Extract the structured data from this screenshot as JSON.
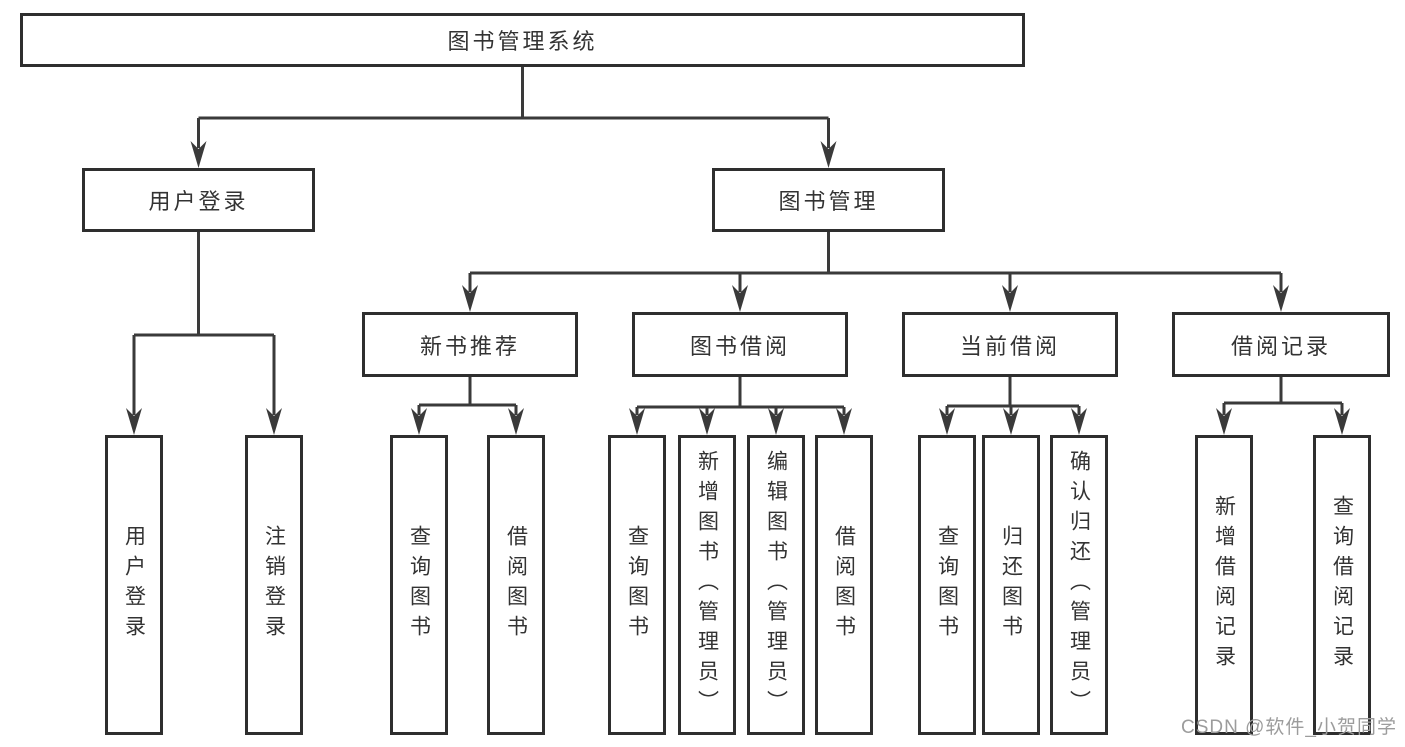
{
  "root": {
    "label": "图书管理系统"
  },
  "level2": [
    {
      "label": "用户登录"
    },
    {
      "label": "图书管理"
    }
  ],
  "level3": [
    {
      "label": "新书推荐"
    },
    {
      "label": "图书借阅"
    },
    {
      "label": "当前借阅"
    },
    {
      "label": "借阅记录"
    }
  ],
  "leaves": {
    "user": [
      "用户登录",
      "注销登录"
    ],
    "recommend": [
      "查询图书",
      "借阅图书"
    ],
    "borrow": [
      "查询图书",
      "新增图书（管理员）",
      "编辑图书（管理员）",
      "借阅图书"
    ],
    "current": [
      "查询图书",
      "归还图书",
      "确认归还（管理员）"
    ],
    "records": [
      "新增借阅记录",
      "查询借阅记录"
    ]
  },
  "watermark": "CSDN @软件_小贺同学",
  "colors": {
    "box_border": "#2e2e2e",
    "text": "#333333",
    "line": "#3a3a3a",
    "watermark": "#9c9c9c",
    "background": "#ffffff"
  }
}
